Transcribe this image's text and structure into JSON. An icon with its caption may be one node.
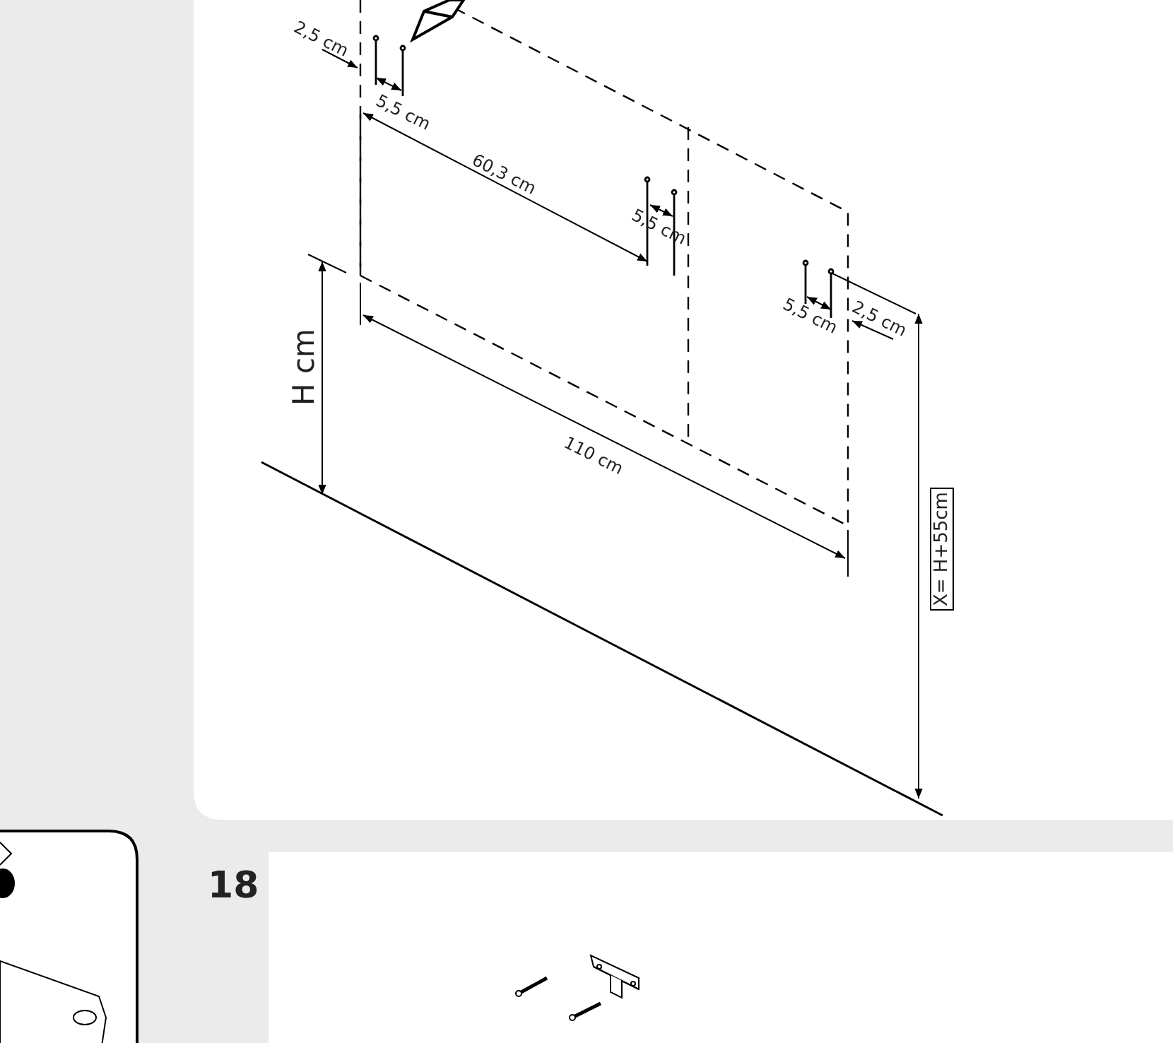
{
  "diagram": {
    "labels": [
      "2,5 cm",
      "5,5 cm",
      "60,3 cm",
      "5,5 cm",
      "5,5 cm",
      "2,5 cm",
      "H cm",
      "110 cm",
      "X= H+55cm",
      "18"
    ]
  }
}
